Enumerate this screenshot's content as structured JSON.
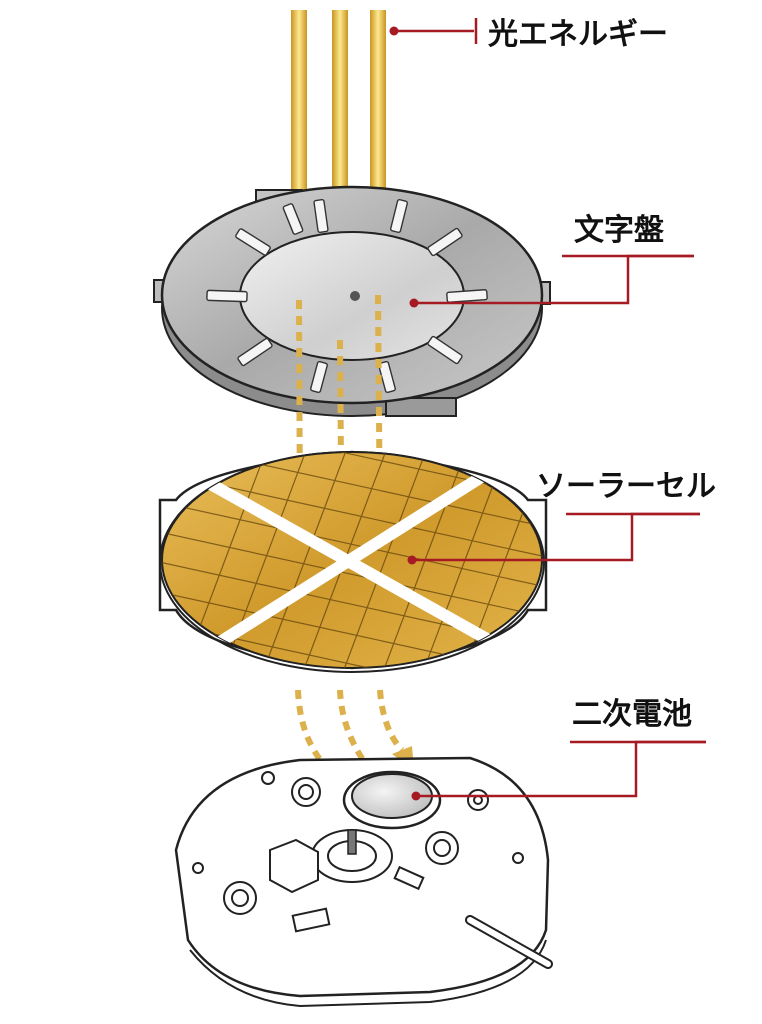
{
  "labels": {
    "light": "光エネルギー",
    "dial": "文字盤",
    "solar_cell": "ソーラーセル",
    "battery": "二次電池"
  },
  "colors": {
    "leader": "#a61a24",
    "gold_light": "#fde38a",
    "gold_mid": "#e7b53c",
    "gold_dark": "#b58418",
    "dial_silver": "#b9b9b9",
    "solar_gold": "#d9a53a",
    "line": "#111111"
  }
}
